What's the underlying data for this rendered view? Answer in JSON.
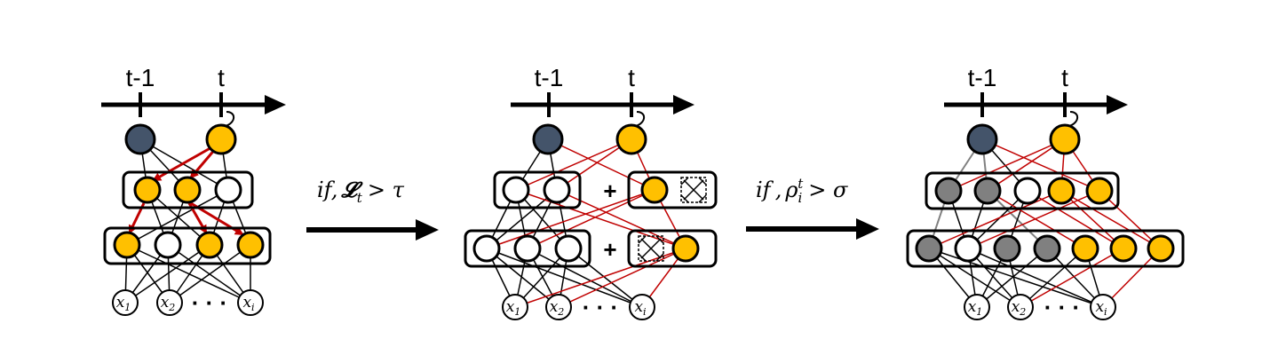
{
  "colors": {
    "active": "#FFC000",
    "inactive": "#FFFFFF",
    "frozen": "#808080",
    "output_past": "#44546A",
    "edge": "#000000",
    "new_edge": "#C00000",
    "faded_edge": "#808080"
  },
  "panels": [
    {
      "time_labels": [
        "t-1",
        "t"
      ],
      "inputs": [
        "x",
        "x",
        "x"
      ],
      "input_subscripts": [
        "1",
        "2",
        "i"
      ],
      "ellipsis": "· · ·"
    },
    {
      "time_labels": [
        "t-1",
        "t"
      ],
      "inputs": [
        "x",
        "x",
        "x"
      ],
      "input_subscripts": [
        "1",
        "2",
        "i"
      ],
      "ellipsis": "· · ·",
      "plus_top": "+",
      "plus_bottom": "+"
    },
    {
      "time_labels": [
        "t-1",
        "t"
      ],
      "inputs": [
        "x",
        "x",
        "x"
      ],
      "input_subscripts": [
        "1",
        "2",
        "i"
      ],
      "ellipsis": "· · ·"
    }
  ],
  "transitions": [
    {
      "prefix": "if",
      "comma": ",",
      "symbol": "𝓛",
      "subscript": "t",
      "relation": "> τ"
    },
    {
      "prefix": "if",
      "comma": ",",
      "symbol": "ρ",
      "subscript": "i",
      "superscript": "t",
      "relation": "> σ"
    }
  ]
}
